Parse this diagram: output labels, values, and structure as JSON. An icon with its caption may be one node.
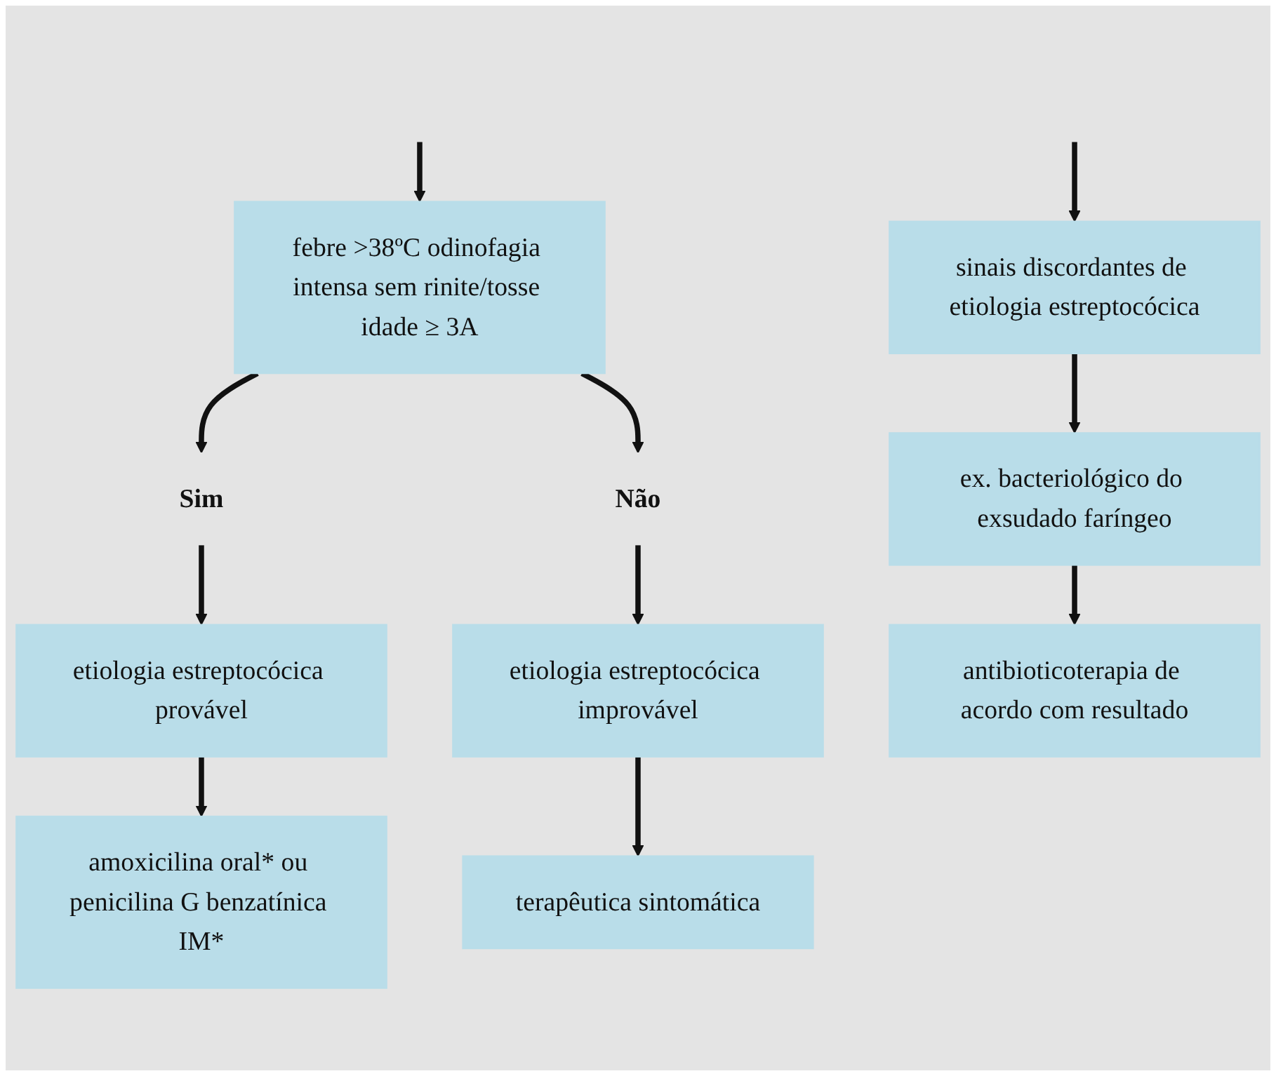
{
  "diagram": {
    "nodes": [
      {
        "text": [
          "febre >38ºC odinofagia intensa sem rinite/tosse idade ≥ 3A"
        ]
      },
      {
        "text": [
          "sinais discordantes de etiologia estreptocócica"
        ]
      },
      {
        "text": [
          "Sim"
        ]
      },
      {
        "text": [
          "Não"
        ]
      },
      {
        "text": [
          "etiologia estreptocócica provável"
        ]
      },
      {
        "text": [
          "etiologia estreptocócica improvável"
        ]
      },
      {
        "text": [
          "ex. bacteriológico do exsudado faríngeo"
        ]
      },
      {
        "text": [
          "amoxicilina oral* ou penicilina G benzatínica IM*"
        ]
      },
      {
        "text": [
          "terapêutica sintomática"
        ]
      },
      {
        "text": [
          "antibioticoterapia de acordo com resultado"
        ]
      }
    ],
    "edges": [
      {
        "from": null,
        "to": 0,
        "arrow": "to"
      },
      {
        "from": null,
        "to": 1,
        "arrow": "to"
      },
      {
        "from": 0,
        "to": 2,
        "arrow": "to"
      },
      {
        "from": 0,
        "to": 3,
        "arrow": "to"
      },
      {
        "from": 2,
        "to": 4,
        "arrow": "to"
      },
      {
        "from": 3,
        "to": 5,
        "arrow": "to"
      },
      {
        "from": 1,
        "to": 6,
        "arrow": "to"
      },
      {
        "from": 4,
        "to": 7,
        "arrow": "to"
      },
      {
        "from": 5,
        "to": 8,
        "arrow": "to"
      },
      {
        "from": 6,
        "to": 9,
        "arrow": "to"
      }
    ]
  }
}
